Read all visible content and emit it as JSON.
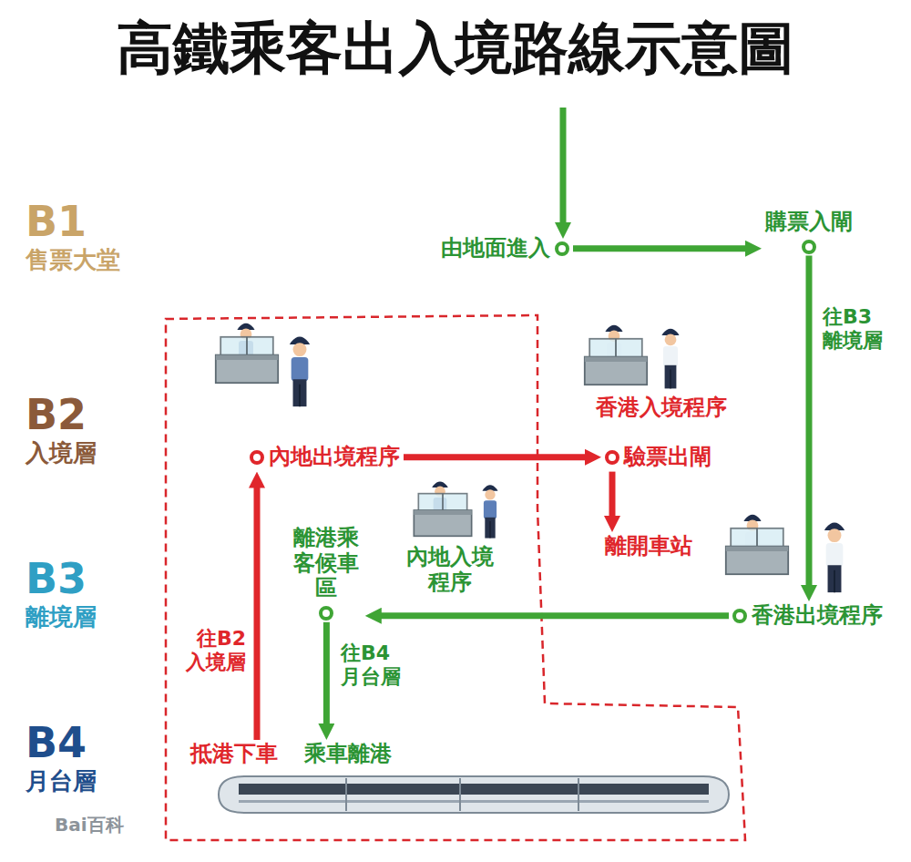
{
  "diagram": {
    "title": "高鐵乘客出入境路線示意圖",
    "nodes": [
      {
        "text": [
          "B1",
          "售票大堂"
        ]
      },
      {
        "text": [
          "由地面進入"
        ],
        "in": 0
      },
      {
        "text": [
          "購票入閘"
        ],
        "in": 0
      },
      {
        "text": [
          "B2",
          "入境層"
        ]
      },
      {
        "text": [
          "內地出境程序"
        ],
        "in": 3
      },
      {
        "text": [
          "香港入境程序"
        ],
        "in": 3
      },
      {
        "text": [
          "驗票出閘"
        ],
        "in": 3
      },
      {
        "text": [
          "離開車站"
        ]
      },
      {
        "text": [
          "B3",
          "離境層"
        ]
      },
      {
        "text": [
          "離港乘客候車區"
        ],
        "in": 8
      },
      {
        "text": [
          "內地入境程序"
        ],
        "in": 8
      },
      {
        "text": [
          "香港出境程序"
        ],
        "in": 8
      },
      {
        "text": [
          "B4",
          "月台層"
        ]
      },
      {
        "text": [
          "抵港下車"
        ],
        "in": 12
      },
      {
        "text": [
          "乘車離港"
        ],
        "in": 12
      }
    ],
    "edges": [
      {
        "from": 1,
        "to": 2,
        "arrow": "to"
      },
      {
        "from": 2,
        "to": 11,
        "label": "往B3 離境層",
        "arrow": "to"
      },
      {
        "from": 11,
        "to": 9,
        "arrow": "to"
      },
      {
        "from": 9,
        "to": 14,
        "label": "往B4 月台層",
        "arrow": "to"
      },
      {
        "from": 13,
        "to": 4,
        "label": "往B2 入境層",
        "arrow": "to"
      },
      {
        "from": 4,
        "to": 6,
        "arrow": "to"
      },
      {
        "from": 6,
        "to": 7,
        "arrow": "to"
      }
    ],
    "labels": [
      "Bai百科"
    ]
  }
}
